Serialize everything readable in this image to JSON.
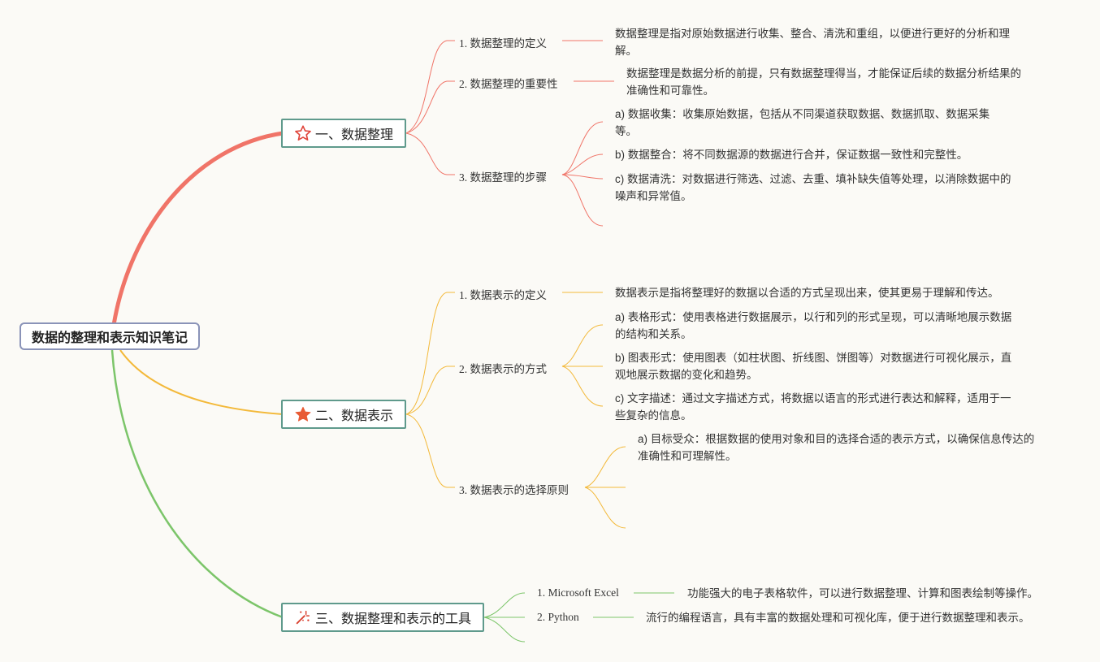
{
  "root": {
    "title": "数据的整理和表示知识笔记"
  },
  "branches": [
    {
      "label": "一、数据整理",
      "icon": "star-outline-icon",
      "color": "#f07468",
      "subs": [
        {
          "label": "1. 数据整理的定义",
          "leaves": [
            "数据整理是指对原始数据进行收集、整合、清洗和重组，以便进行更好的分析和理解。"
          ]
        },
        {
          "label": "2. 数据整理的重要性",
          "leaves": [
            "数据整理是数据分析的前提，只有数据整理得当，才能保证后续的数据分析结果的准确性和可靠性。"
          ]
        },
        {
          "label": "3. 数据整理的步骤",
          "leaves": [
            "a) 数据收集：收集原始数据，包括从不同渠道获取数据、数据抓取、数据采集等。",
            "b) 数据整合：将不同数据源的数据进行合并，保证数据一致性和完整性。",
            "c) 数据清洗：对数据进行筛选、过滤、去重、填补缺失值等处理，以消除数据中的噪声和异常值。"
          ]
        }
      ]
    },
    {
      "label": "二、数据表示",
      "icon": "star-filled-icon",
      "color": "#f3b93a",
      "subs": [
        {
          "label": "1. 数据表示的定义",
          "leaves": [
            "数据表示是指将整理好的数据以合适的方式呈现出来，使其更易于理解和传达。"
          ]
        },
        {
          "label": "2. 数据表示的方式",
          "leaves": [
            "a) 表格形式：使用表格进行数据展示，以行和列的形式呈现，可以清晰地展示数据的结构和关系。",
            "b) 图表形式：使用图表（如柱状图、折线图、饼图等）对数据进行可视化展示，直观地展示数据的变化和趋势。",
            "c) 文字描述：通过文字描述方式，将数据以语言的形式进行表达和解释，适用于一些复杂的信息。"
          ]
        },
        {
          "label": "3. 数据表示的选择原则",
          "leaves": [
            "a) 目标受众：根据数据的使用对象和目的选择合适的表示方式，以确保信息传达的准确性和可理解性。"
          ]
        }
      ]
    },
    {
      "label": "三、数据整理和表示的工具",
      "icon": "magic-wand-icon",
      "color": "#7cc56a",
      "subs": [
        {
          "label": "1. Microsoft Excel",
          "leaves": [
            "功能强大的电子表格软件，可以进行数据整理、计算和图表绘制等操作。"
          ]
        },
        {
          "label": "2. Python",
          "leaves": [
            "流行的编程语言，具有丰富的数据处理和可视化库，便于进行数据整理和表示。"
          ]
        }
      ]
    }
  ]
}
